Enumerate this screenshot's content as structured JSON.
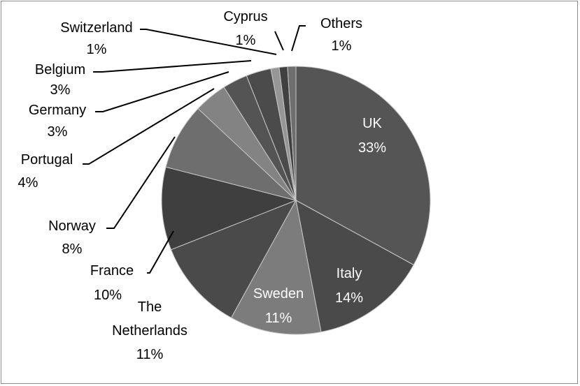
{
  "chart_data": {
    "type": "pie",
    "title": "",
    "slices": [
      {
        "label": "UK",
        "value": 33,
        "pct_label": "33%",
        "color": "#555555"
      },
      {
        "label": "Italy",
        "value": 14,
        "pct_label": "14%",
        "color": "#4a4a4a"
      },
      {
        "label": "Sweden",
        "value": 11,
        "pct_label": "11%",
        "color": "#7c7c7c"
      },
      {
        "label": "The Netherlands",
        "value": 11,
        "pct_label": "11%",
        "color": "#4a4a4a"
      },
      {
        "label": "France",
        "value": 10,
        "pct_label": "10%",
        "color": "#3f3f3f"
      },
      {
        "label": "Norway",
        "value": 8,
        "pct_label": "8%",
        "color": "#6e6e6e"
      },
      {
        "label": "Portugal",
        "value": 4,
        "pct_label": "4%",
        "color": "#838383"
      },
      {
        "label": "Germany",
        "value": 3,
        "pct_label": "3%",
        "color": "#545454"
      },
      {
        "label": "Belgium",
        "value": 3,
        "pct_label": "3%",
        "color": "#4b4b4b"
      },
      {
        "label": "Switzerland",
        "value": 1,
        "pct_label": "1%",
        "color": "#969696"
      },
      {
        "label": "Cyprus",
        "value": 1,
        "pct_label": "1%",
        "color": "#404040"
      },
      {
        "label": "Others",
        "value": 1,
        "pct_label": "1%",
        "color": "#6e6e6e"
      }
    ],
    "legend": "none",
    "data_labels": "category and percentage"
  }
}
